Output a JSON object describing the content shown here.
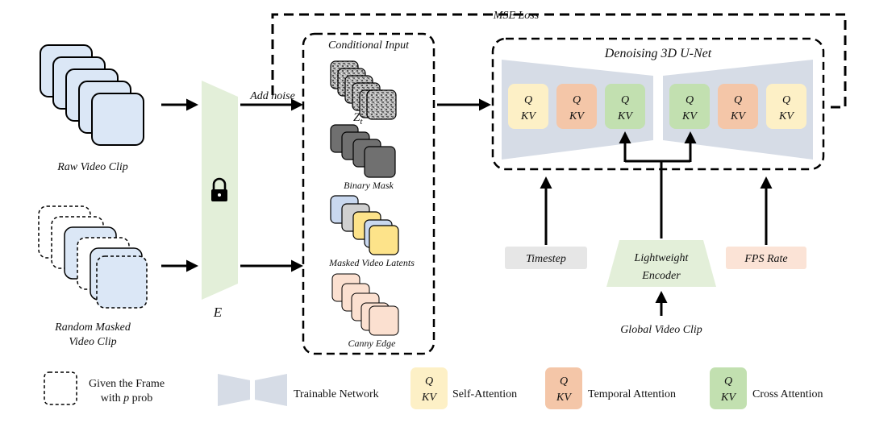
{
  "labels": {
    "mse_loss": "MSE Loss",
    "conditional_input": "Conditional Input",
    "denoising_unet": "Denoising 3D U-Net",
    "add_noise": "Add noise",
    "raw_video_clip": "Raw Video Clip",
    "random_masked_line1": "Random Masked",
    "random_masked_line2": "Video Clip",
    "encoder_symbol": "E",
    "zt_main": "Z",
    "zt_sub": "t",
    "binary_mask": "Binary Mask",
    "masked_video_latents": "Masked Video Latents",
    "canny_edge": "Canny Edge",
    "timestep": "Timestep",
    "lightweight_line1": "Lightweight",
    "lightweight_line2": "Encoder",
    "fps_rate": "FPS Rate",
    "global_video_clip": "Global Video Clip",
    "q": "Q",
    "kv": "KV"
  },
  "legend": {
    "given_frame_line1": "Given the Frame",
    "given_frame_line2_pre": "with ",
    "given_frame_line2_p": "p",
    "given_frame_line2_post": " prob",
    "trainable_network": "Trainable Network",
    "self_attention": "Self-Attention",
    "temporal_attention": "Temporal Attention",
    "cross_attention": "Cross Attention"
  },
  "colors": {
    "frame_blue": "#dbe7f6",
    "encoder_green": "#e3efd9",
    "unet_gray": "#d6dce6",
    "self_attention": "#fdf0c6",
    "temporal_attention": "#f4c6a8",
    "cross_attention": "#c2e0b0",
    "timestep_bg": "#e6e6e6",
    "fps_bg": "#fbe3d6",
    "mask_gray": "#707070",
    "canny_peach": "#fbe0d0",
    "latent_yellow": "#fde38a",
    "latent_blue": "#c9d8ef",
    "latent_gray": "#d0d0d0"
  }
}
